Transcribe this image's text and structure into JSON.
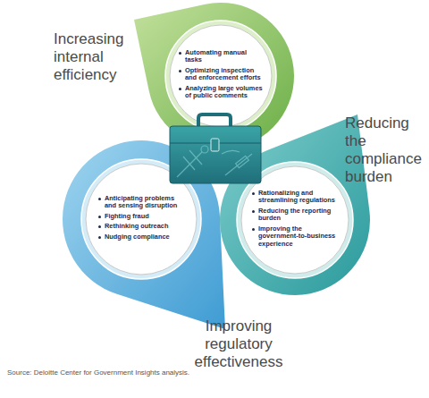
{
  "diagram": {
    "caption": "Source: Deloitte Center for Government Insights analysis.",
    "nodes": [
      {
        "text": [
          "Increasing internal efficiency",
          "Automating manual tasks",
          "Optimizing inspection and enforcement efforts",
          "Analyzing large volumes of public comments"
        ]
      },
      {
        "text": [
          "Improving regulatory effectiveness",
          "Anticipating problems and sensing disruption",
          "Fighting fraud",
          "Rethinking outreach",
          "Nudging compliance"
        ]
      },
      {
        "text": [
          "Reducing the compliance burden",
          "Rationalizing and streamlining regulations",
          "Reducing the reporting burden",
          "Improving the government-to-business experience"
        ]
      }
    ]
  }
}
